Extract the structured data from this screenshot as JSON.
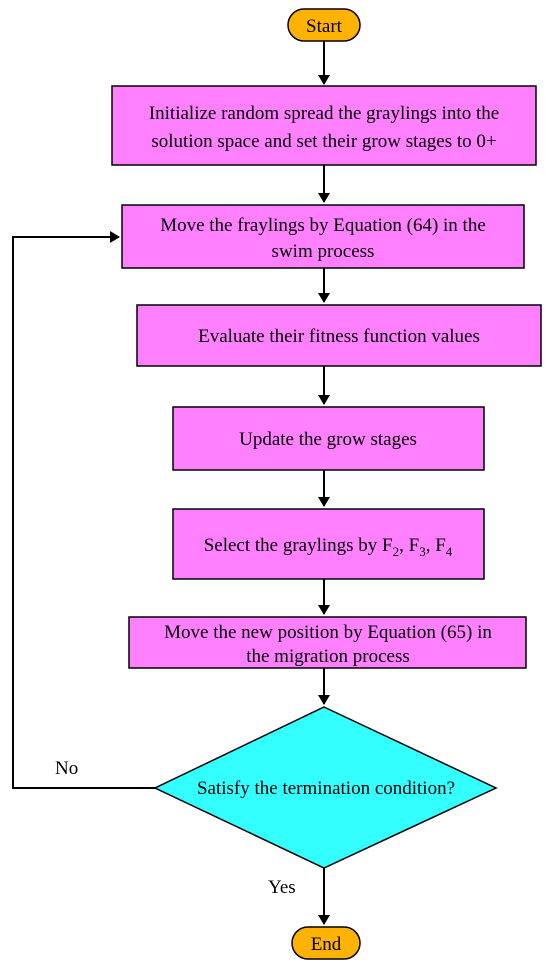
{
  "colors": {
    "terminal_fill": "#FFB300",
    "process_fill": "#FF80FF",
    "decision_fill": "#33FFFF",
    "stroke": "#000000"
  },
  "nodes": {
    "start": "Start",
    "init": [
      "Initialize random spread the graylings into the",
      "solution space and set their grow stages to 0+"
    ],
    "move": [
      "Move the fraylings by Equation (64) in the",
      "swim process"
    ],
    "evaluate": "Evaluate their fitness function values",
    "update": "Update the grow stages",
    "select": {
      "prefix": "Select the graylings by F",
      "s1": "2",
      "sep1": ", F",
      "s2": "3",
      "sep2": ", F",
      "s3": "4"
    },
    "migrate": [
      "Move the new position by Equation (65) in",
      "the migration process"
    ],
    "decision": "Satisfy the termination condition?",
    "end": "End"
  },
  "edge_labels": {
    "no": "No",
    "yes": "Yes"
  }
}
